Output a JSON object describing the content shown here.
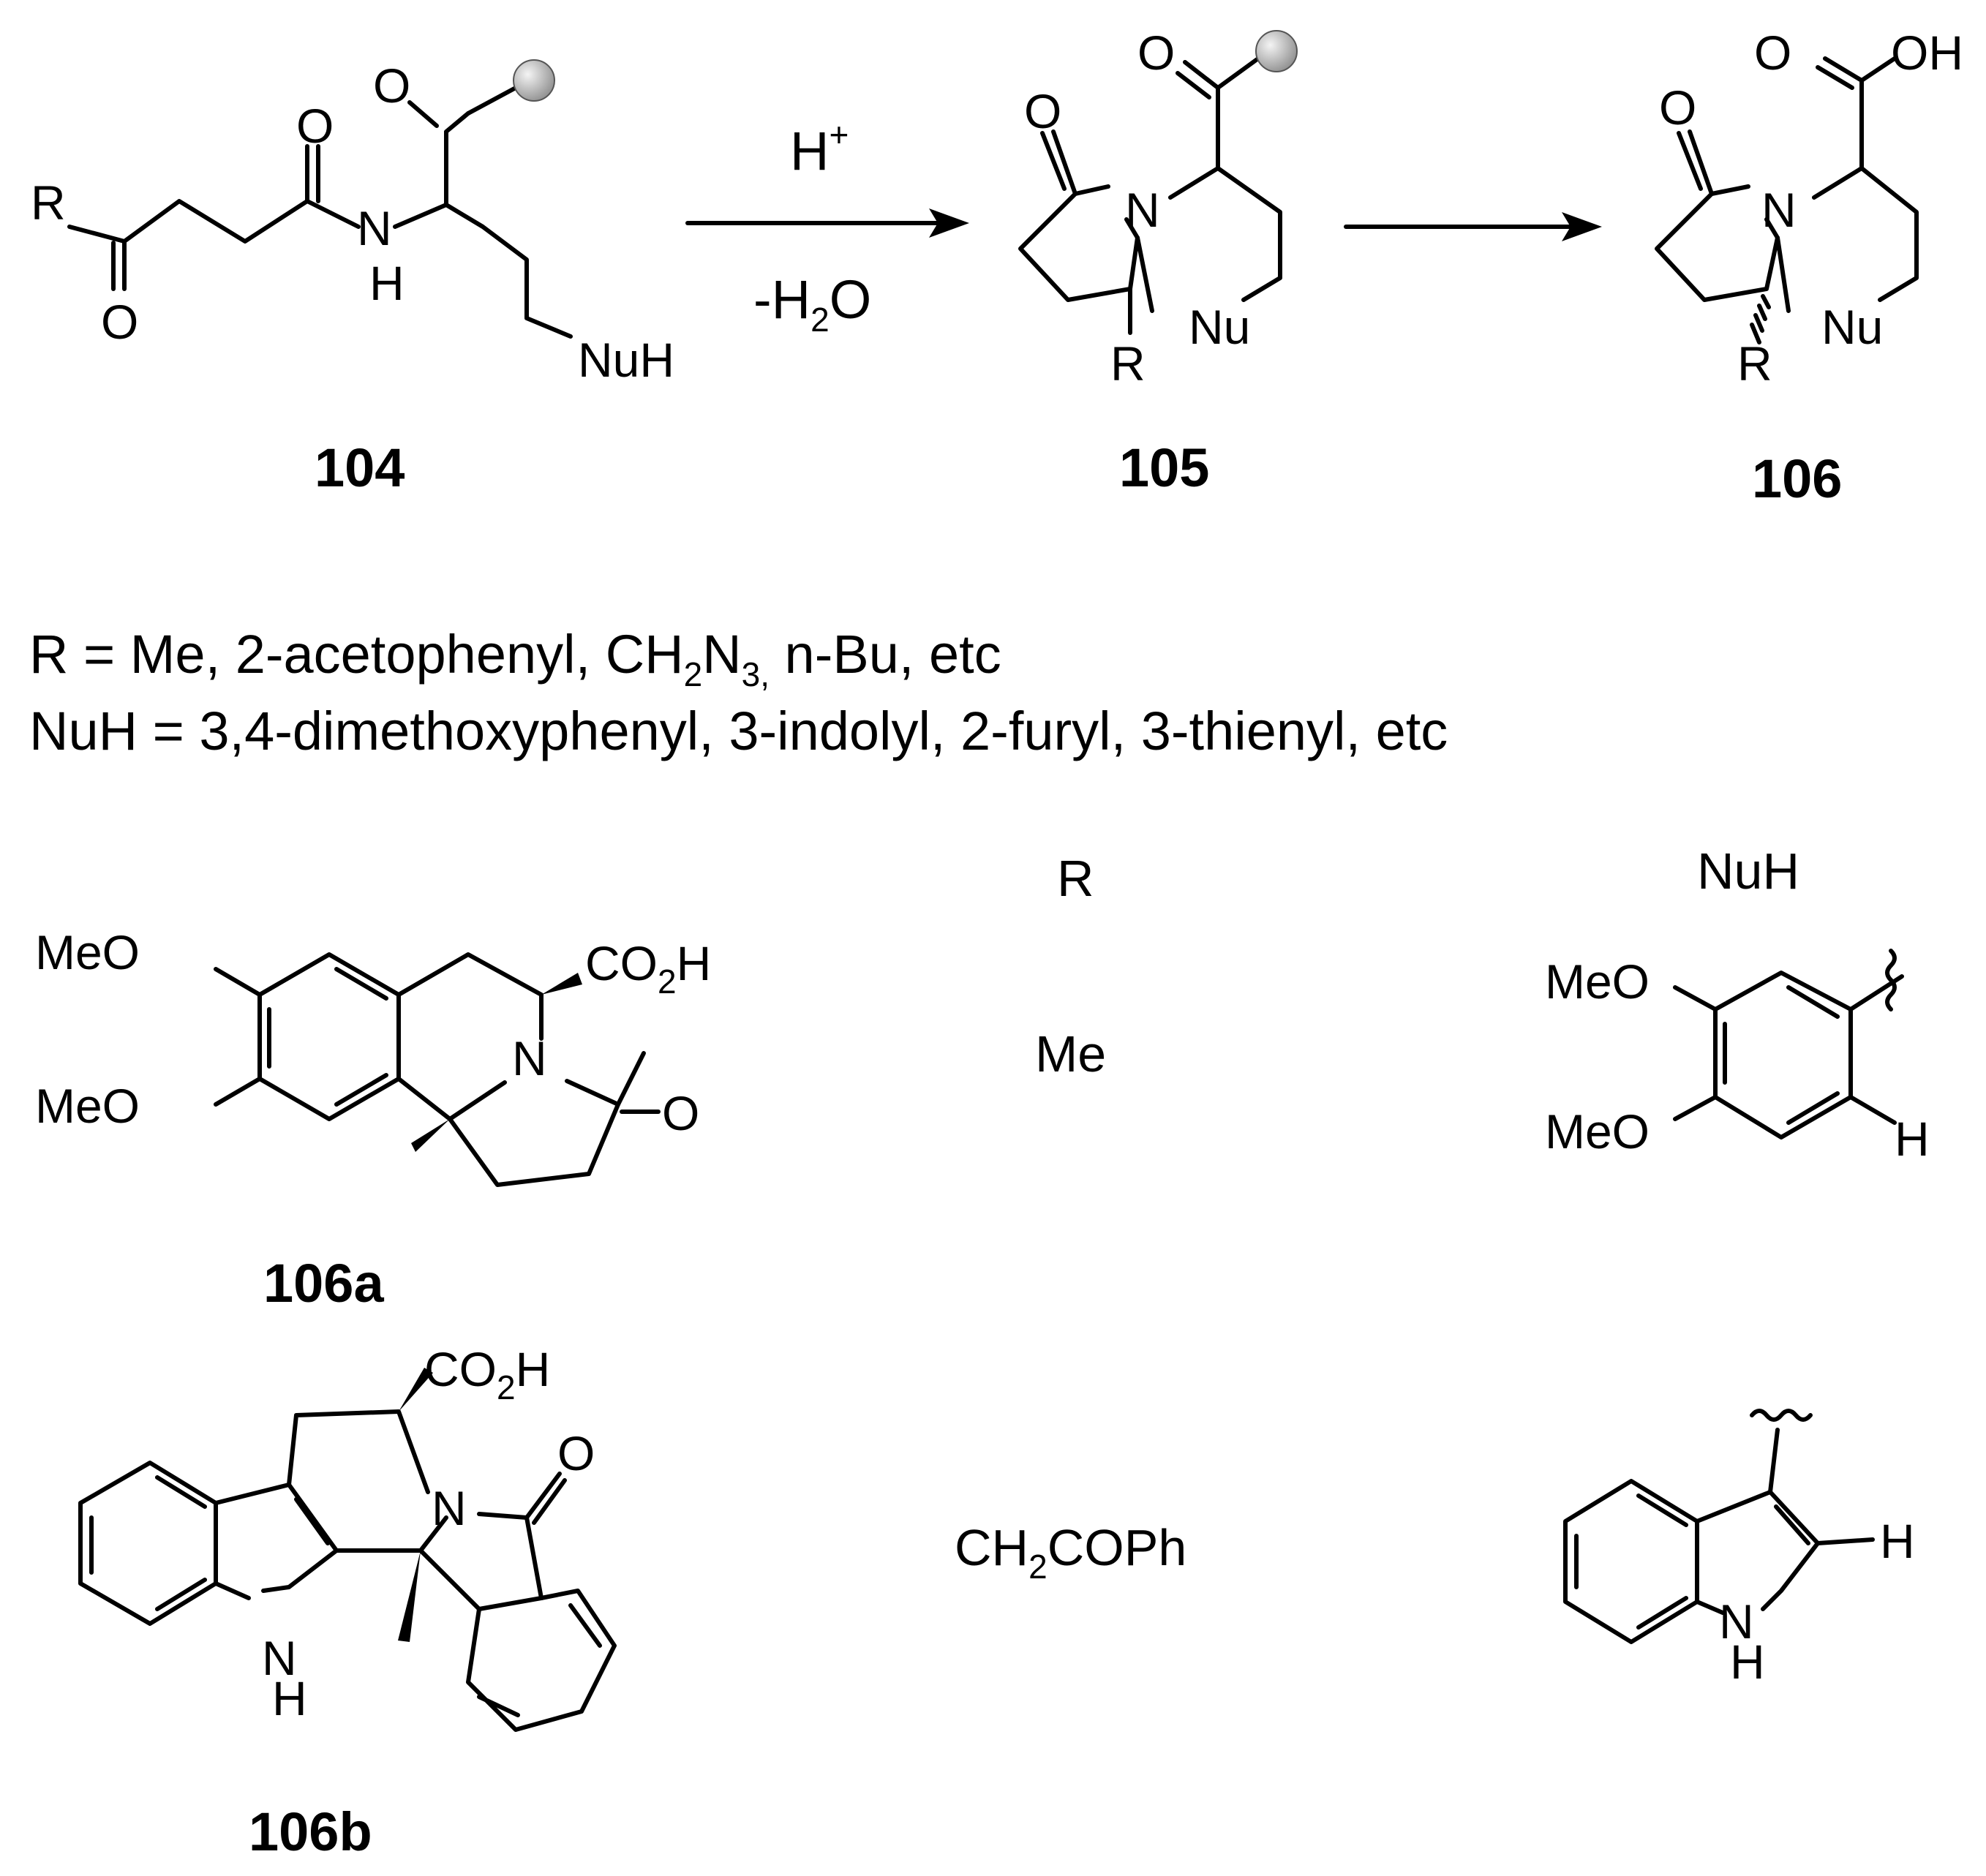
{
  "compounds": {
    "c104": "104",
    "c105": "105",
    "c106": "106",
    "c106a": "106a",
    "c106b": "106b"
  },
  "arrow1": {
    "above": "H",
    "above_sup": "+",
    "below_prefix": "-H",
    "below_sub": "2",
    "below_suffix": "O"
  },
  "atoms": {
    "R": "R",
    "O": "O",
    "N": "N",
    "H": "H",
    "NuH": "NuH",
    "Nu": "Nu",
    "OH": "OH",
    "MeO": "MeO",
    "CO": "CO",
    "two": "2"
  },
  "definitions": {
    "line1": {
      "prefix": "R = Me, 2-acetophenyl, CH",
      "sub1": "2",
      "mid": "N",
      "sub2": "3,",
      "suffix": " n-Bu, etc"
    },
    "line2": "NuH = 3,4-dimethoxyphenyl, 3-indolyl, 2-furyl, 3-thienyl, etc"
  },
  "table": {
    "header_R": "R",
    "header_NuH": "NuH",
    "row1_R": "Me",
    "row2_R": {
      "prefix": "CH",
      "sub": "2",
      "suffix": "COPh"
    }
  },
  "colors": {
    "ink": "#000000",
    "bead_light": "#f4f4f4",
    "bead_dark": "#8a8a8a"
  }
}
